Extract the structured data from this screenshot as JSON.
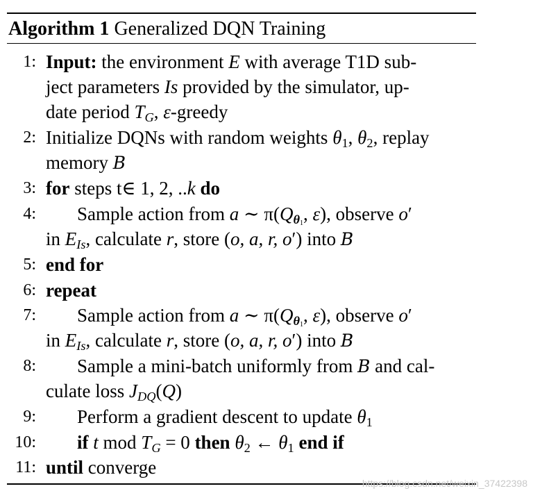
{
  "caption": {
    "label": "Algorithm 1",
    "title": "Generalized DQN Training"
  },
  "line_numbers": [
    "1:",
    "2:",
    "3:",
    "4:",
    "5:",
    "6:",
    "7:",
    "8:",
    "9:",
    "10:",
    "11:"
  ],
  "steps": {
    "s1": {
      "keyword": "Input:",
      "text_a": " the environment ",
      "var_E": "E",
      "text_b": " with average T1D sub-",
      "text_c": "ject parameters ",
      "var_Is": "Is",
      "text_d": " provided by the simulator, up-",
      "text_e": "date period ",
      "var_T": "T",
      "var_G": "G",
      "text_f": ", ",
      "var_eps": "ε",
      "text_g": "-greedy"
    },
    "s2": {
      "text_a": "Initialize DQNs with random weights ",
      "theta": "θ",
      "sub1": "1",
      "sep": ", ",
      "sub2": "2",
      "text_b": ", replay",
      "text_c": "memory ",
      "B": "B"
    },
    "s3": {
      "kw_for": "for",
      "text_a": " steps t∈ ",
      "range": "1, 2, ..",
      "var_k": "k",
      "kw_do": " do"
    },
    "s4": {
      "text_a": "Sample action from ",
      "var_a": "a",
      "text_b": " ∼ π(",
      "var_Q": "Q",
      "theta": "θ",
      "sub1": "1",
      "text_c": ", ",
      "var_eps": "ε",
      "text_d": "), observe ",
      "var_o": "o",
      "prime": "′",
      "text_e": "in ",
      "var_E": "E",
      "var_I": "I",
      "var_s": "s",
      "text_f": ", calculate ",
      "var_r": "r",
      "text_g": ", store (",
      "tuple": "o, a, r, o",
      "text_h": "′) into ",
      "B": "B"
    },
    "s5": {
      "keyword": "end for"
    },
    "s6": {
      "keyword": "repeat"
    },
    "s8": {
      "text_a": "Sample a mini-batch uniformly from ",
      "B": "B",
      "text_b": " and cal-",
      "text_c": "culate loss ",
      "var_J": "J",
      "var_DQ": "DQ",
      "text_d": "(",
      "var_Q": "Q",
      "text_e": ")"
    },
    "s9": {
      "text_a": "Perform a gradient descent to update ",
      "theta": "θ",
      "sub1": "1"
    },
    "s10": {
      "kw_if": "if",
      "var_t": "t",
      "text_mod": " mod ",
      "var_T": "T",
      "var_G": "G",
      "text_eq": " = 0 ",
      "kw_then": "then",
      "theta": "θ",
      "sub2": "2",
      "arrow": " ← ",
      "sub1": "1",
      "kw_endif": "end if"
    },
    "s11": {
      "keyword": "until",
      "text_a": " converge"
    }
  },
  "watermark": "https://blog.csdn.net/weixin_37422398"
}
